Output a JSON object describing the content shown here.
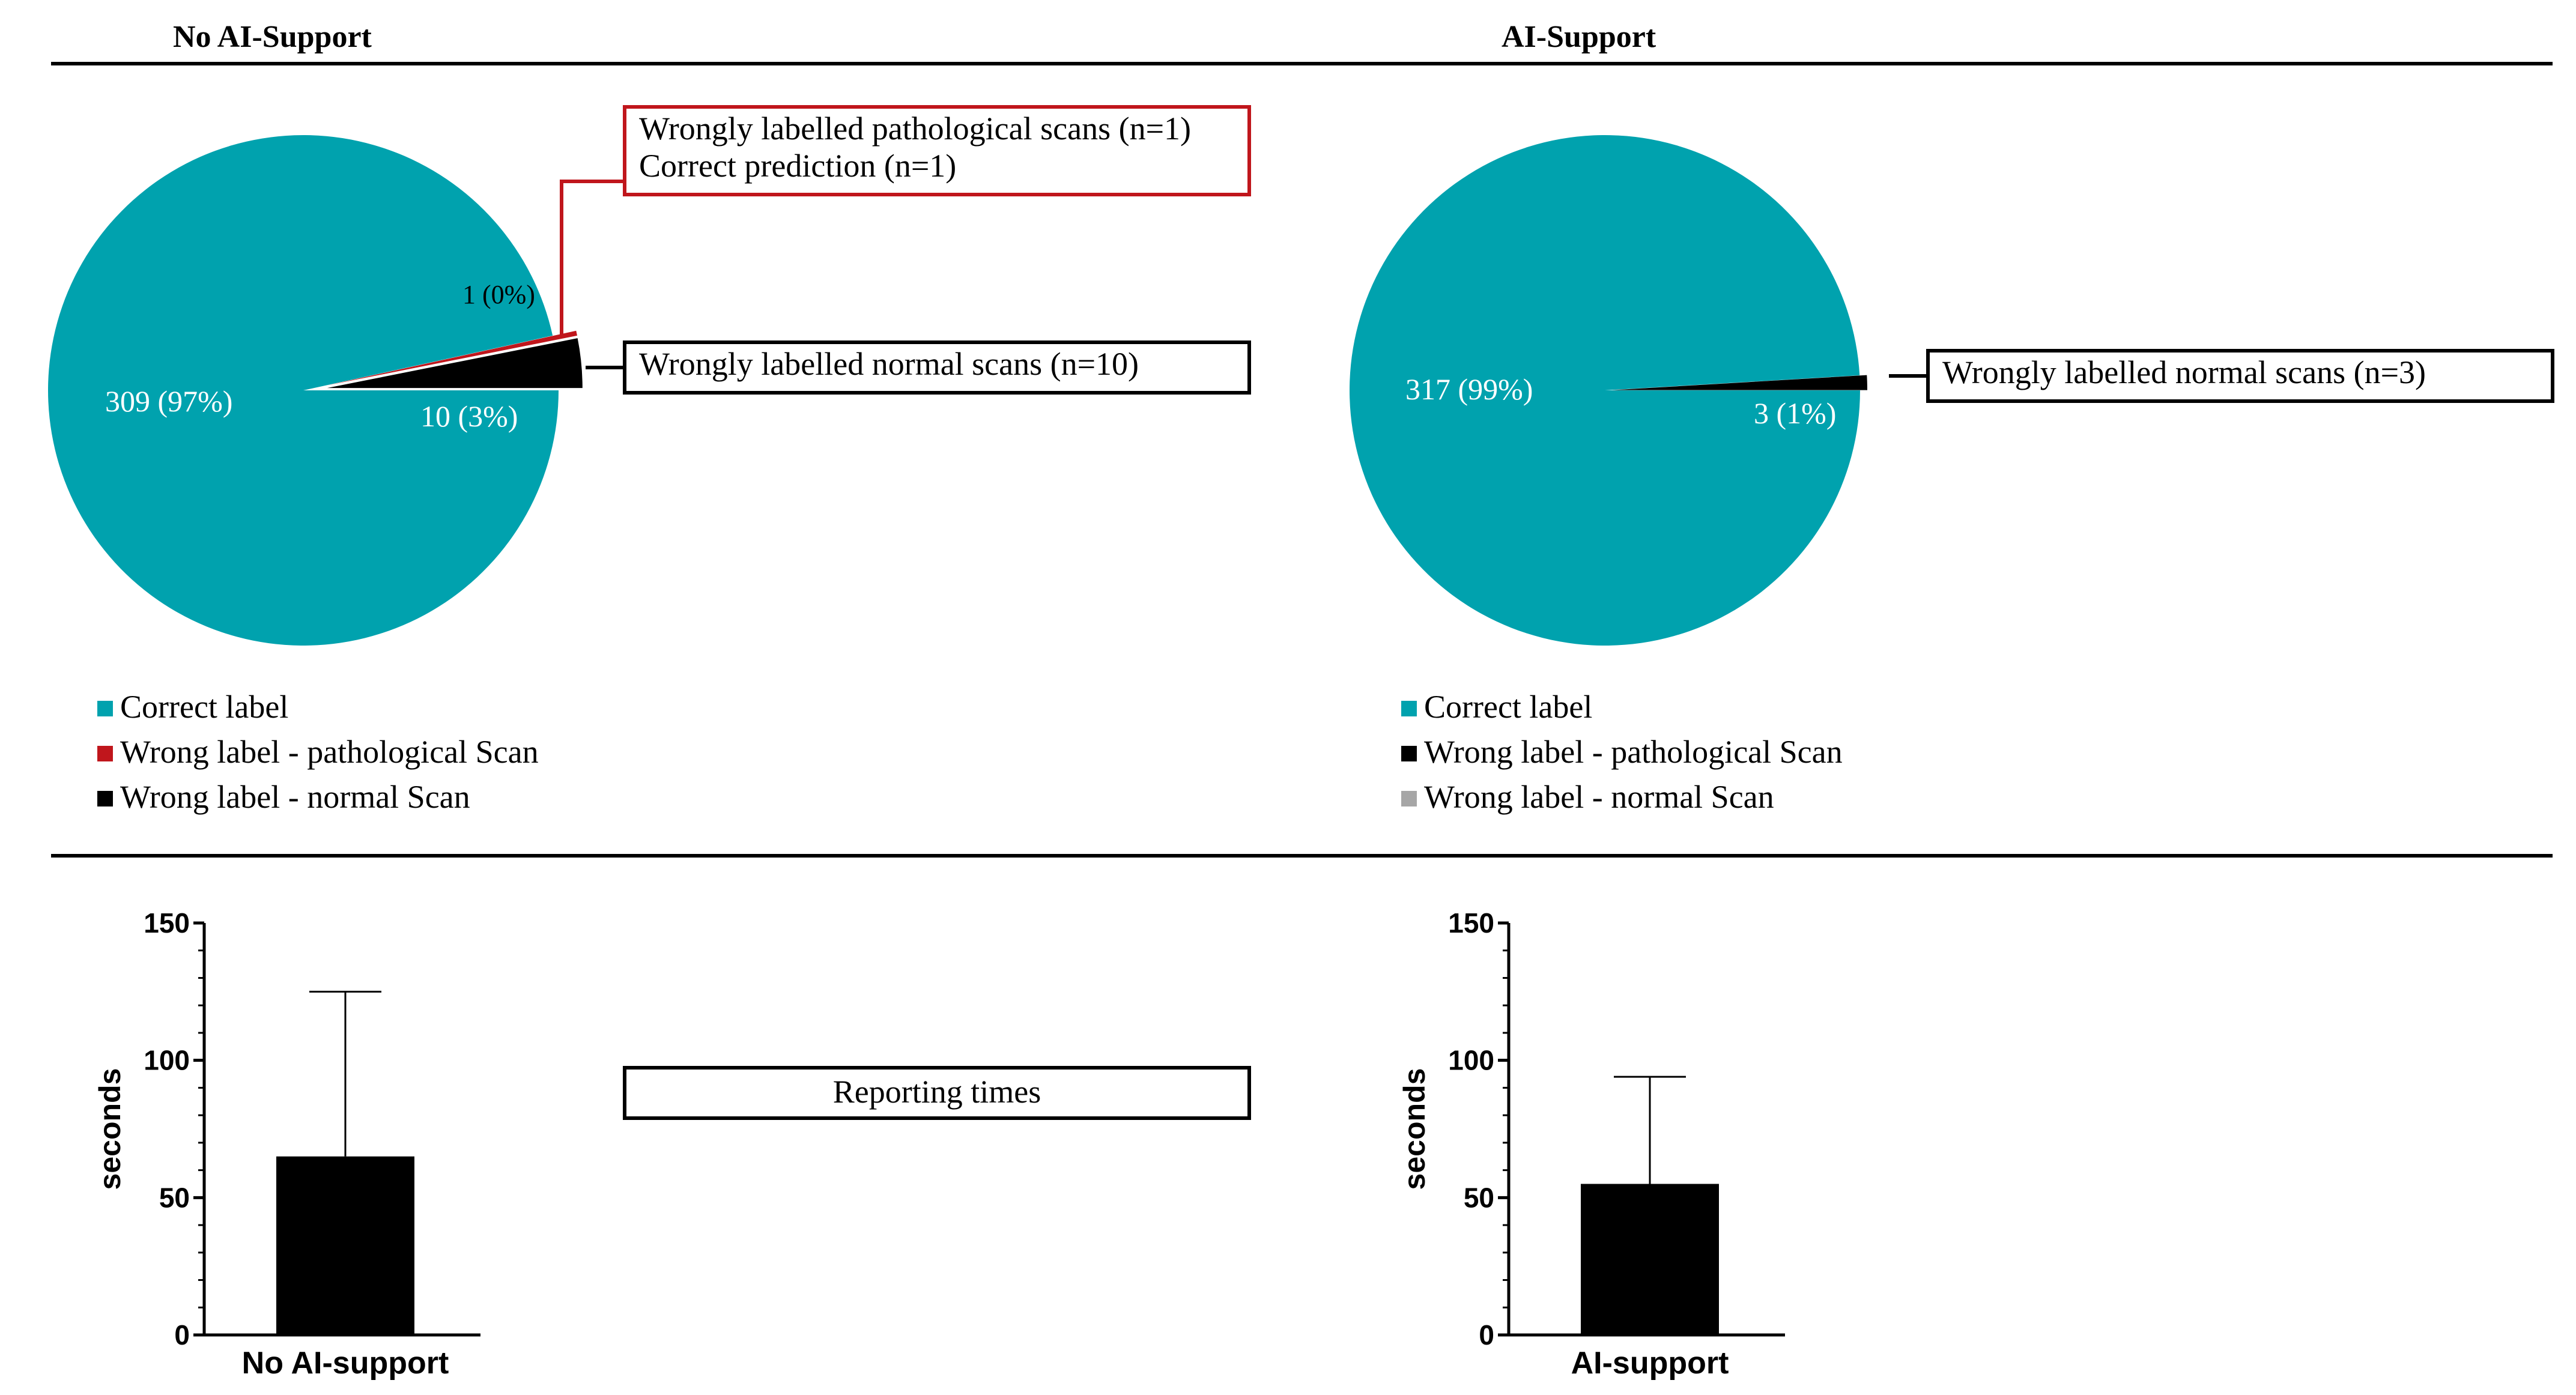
{
  "colors": {
    "correct": "#00a2ae",
    "wrong_pathological": "#c0161c",
    "wrong_normal": "#000000",
    "wrong_normal_light": "#a6a6a6",
    "annotation_red": "#c0161c",
    "bar": "#000000"
  },
  "headers": {
    "left": "No AI-Support",
    "right": "AI-Support"
  },
  "center_box": "Reporting times",
  "chart_data": [
    {
      "type": "pie",
      "slices": [
        {
          "label": "Correct label",
          "value": 309,
          "text": "309 (97%)"
        },
        {
          "label": "Wrong label - pathological Scan",
          "value": 1,
          "text": "1 (0%)"
        },
        {
          "label": "Wrong label - normal Scan",
          "value": 10,
          "text": "10 (3%)"
        }
      ],
      "legend": [
        "Correct label",
        "Wrong label - pathological Scan",
        "Wrong label - normal Scan"
      ],
      "legend_colors": [
        "#00a2ae",
        "#c0161c",
        "#000000"
      ],
      "annotations": [
        {
          "lines": [
            "Wrongly labelled pathological scans (n=1)",
            "Correct prediction (n=1)"
          ],
          "border": "#c0161c"
        },
        {
          "lines": [
            "Wrongly labelled normal scans (n=10)"
          ],
          "border": "#000000"
        }
      ]
    },
    {
      "type": "pie",
      "slices": [
        {
          "label": "Correct label",
          "value": 317,
          "text": "317 (99%)"
        },
        {
          "label": "Wrong label - normal Scan",
          "value": 3,
          "text": "3 (1%)"
        }
      ],
      "legend": [
        "Correct label",
        "Wrong label - pathological Scan",
        "Wrong label - normal Scan"
      ],
      "legend_colors": [
        "#00a2ae",
        "#000000",
        "#a6a6a6"
      ],
      "annotations": [
        {
          "lines": [
            "Wrongly labelled normal scans (n=3)"
          ],
          "border": "#000000"
        }
      ]
    },
    {
      "type": "bar",
      "categories": [
        "No AI-support"
      ],
      "values": [
        65
      ],
      "error_upper": [
        125
      ],
      "ylabel": "seconds",
      "ylim": [
        0,
        150
      ],
      "yticks": [
        0,
        50,
        100,
        150
      ]
    },
    {
      "type": "bar",
      "categories": [
        "AI-support"
      ],
      "values": [
        55
      ],
      "error_upper": [
        94
      ],
      "ylabel": "seconds",
      "ylim": [
        0,
        150
      ],
      "yticks": [
        0,
        50,
        100,
        150
      ]
    }
  ]
}
